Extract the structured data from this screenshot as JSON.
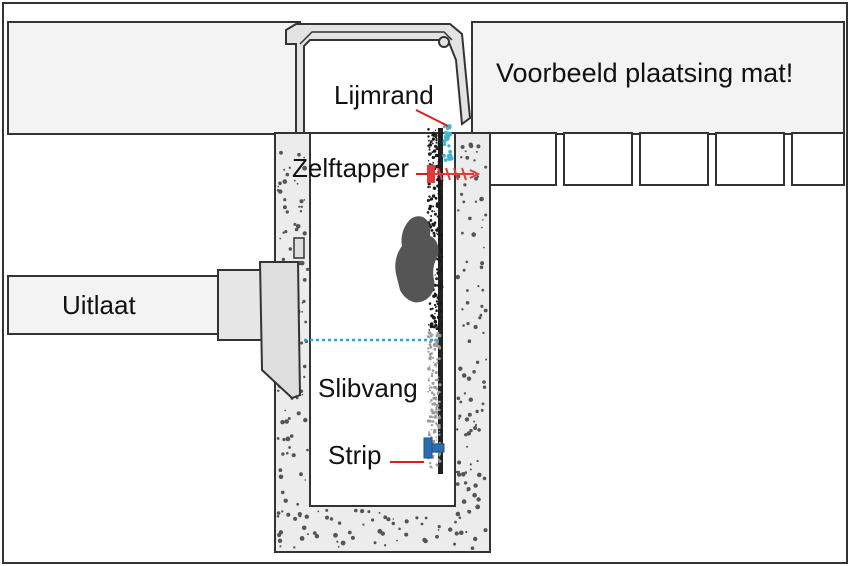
{
  "title": "Voorbeeld plaatsing mat!",
  "labels": {
    "lijmrand": "Lijmrand",
    "zelftapper": "Zelftapper",
    "uitlaat": "Uitlaat",
    "slibvang": "Slibvang",
    "strip": "Strip"
  },
  "colors": {
    "outline": "#333333",
    "wall_fill": "#ececec",
    "concrete_dots": "#555555",
    "glue_edge": "#3fb6d0",
    "screw": "#e33b3b",
    "water_line": "#2aa8d4",
    "strip": "#2a6fb3",
    "leader_line": "#d62020",
    "mat": "#222222",
    "animal": "#555555"
  },
  "icons": {
    "animal": "frog-silhouette-icon"
  }
}
